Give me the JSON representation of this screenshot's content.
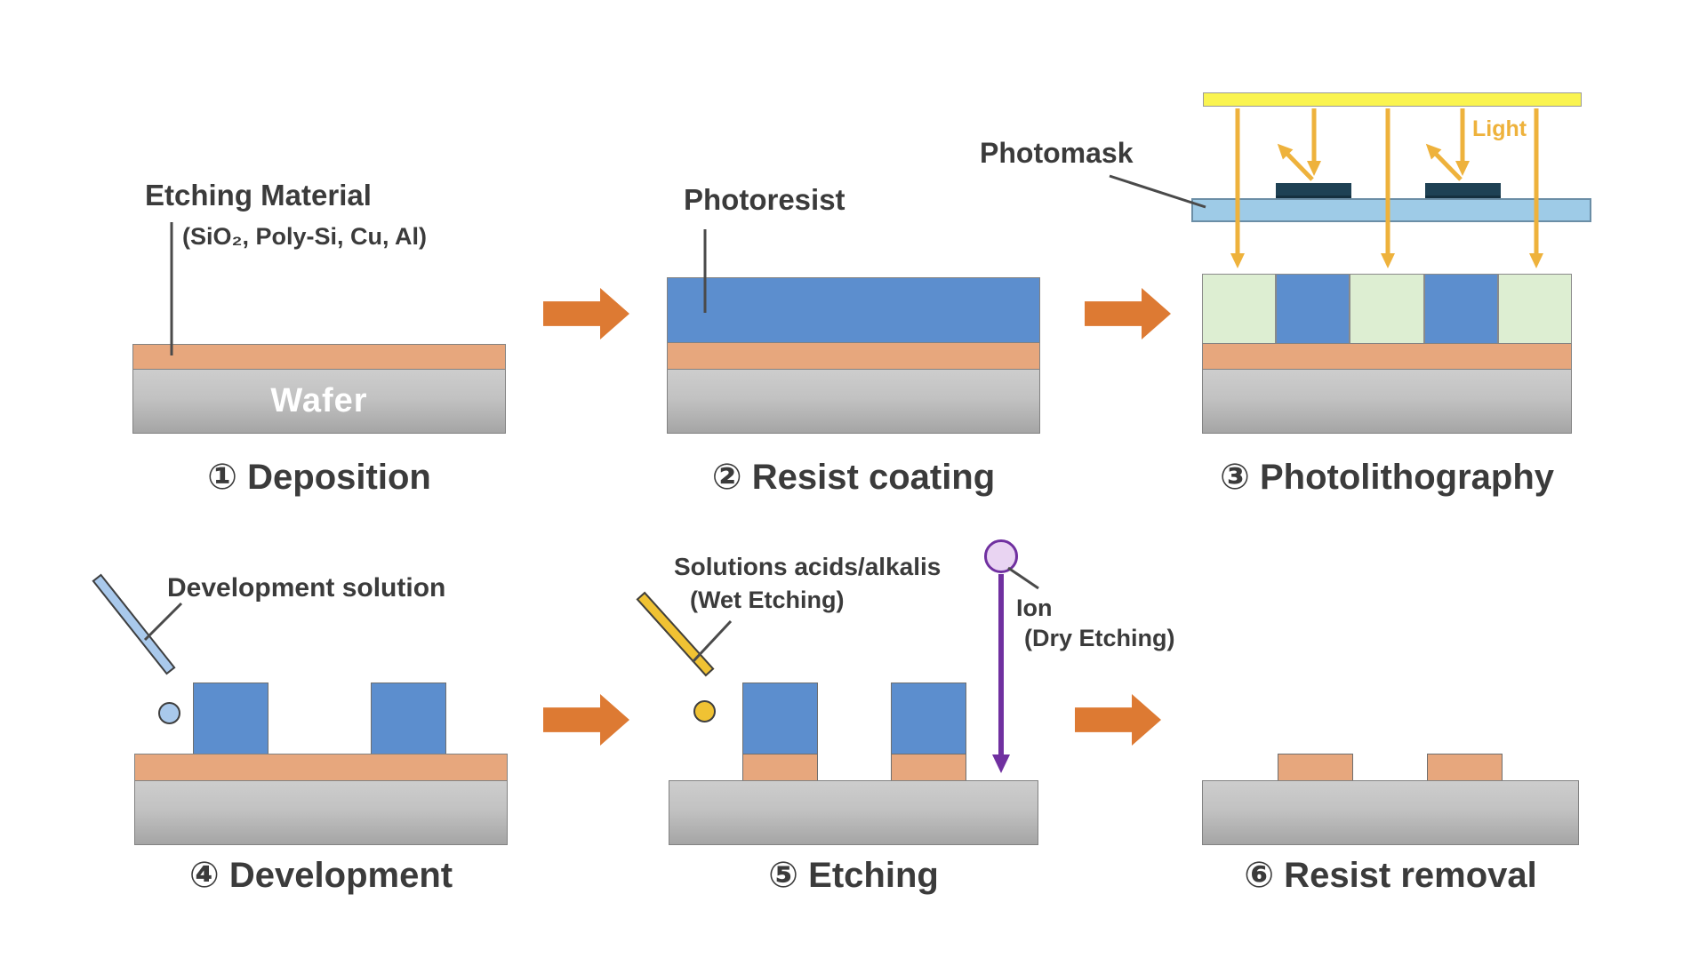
{
  "colors": {
    "text-dark": "#3b3b3b",
    "arrow": "#dd7a33",
    "material-orange": "#e7a77d",
    "resist-blue": "#5c8ece",
    "exposed-green": "#ddeed2",
    "wafer-top": "#cdcdcd",
    "wafer-bottom": "#a5a5a5",
    "gold": "#eeb23c",
    "lamp-yellow": "#faf450",
    "mask-blue": "#9ecbe7",
    "mask-navy": "#1e4154",
    "solution-blue": "#a9c9ec",
    "solution-yellow": "#f0c233",
    "purple": "#7030a0",
    "ion-fill": "#e9d4f2",
    "leader": "#4a4a4a"
  },
  "panels": {
    "deposition": {
      "label": "Etching Material",
      "sublabel": "(SiO₂, Poly-Si, Cu, Al)",
      "wafer_label": "Wafer",
      "caption": "① Deposition"
    },
    "resist_coating": {
      "label": "Photoresist",
      "caption": "② Resist coating"
    },
    "photolithography": {
      "mask_label": "Photomask",
      "light_label": "Light",
      "caption": "③ Photolithography"
    },
    "development": {
      "label": "Development solution",
      "caption": "④ Development"
    },
    "etching": {
      "wet_label": "Solutions acids/alkalis",
      "wet_sublabel": "(Wet Etching)",
      "ion_label": "Ion",
      "ion_sublabel": "(Dry Etching)",
      "caption": "⑤ Etching"
    },
    "resist_removal": {
      "caption": "⑥ Resist removal"
    }
  }
}
